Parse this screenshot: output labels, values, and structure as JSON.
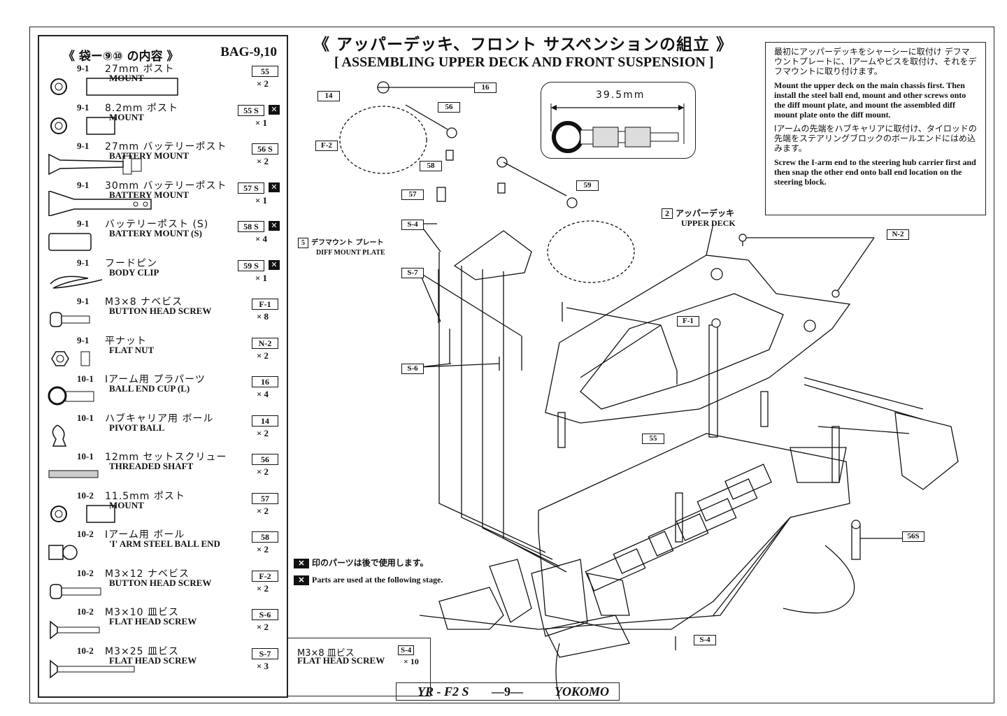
{
  "header": {
    "title_jp": "《 アッパーデッキ、フロント サスペンションの組立 》",
    "title_en": "[ ASSEMBLING UPPER DECK AND FRONT SUSPENSION ]"
  },
  "parts_panel": {
    "title_jp": "《 袋ー⑨⑩ の内容 》",
    "bag": "BAG-9,10",
    "items": [
      {
        "num": "9-1",
        "jp": "27mm ポスト",
        "en": "MOUNT",
        "code": "55",
        "qty": "× 2",
        "later": false,
        "icon": "mount-post"
      },
      {
        "num": "9-1",
        "jp": "8.2mm ポスト",
        "en": "MOUNT",
        "code": "55 S",
        "qty": "× 1",
        "later": true,
        "icon": "mount-post-short"
      },
      {
        "num": "9-1",
        "jp": "27mm バッテリーポスト",
        "en": "BATTERY MOUNT",
        "code": "56 S",
        "qty": "× 2",
        "later": false,
        "icon": "battery-post"
      },
      {
        "num": "9-1",
        "jp": "30mm バッテリーポスト",
        "en": "BATTERY MOUNT",
        "code": "57 S",
        "qty": "× 1",
        "later": true,
        "icon": "battery-post-flat"
      },
      {
        "num": "9-1",
        "jp": "バッテリーポスト (S)",
        "en": "BATTERY MOUNT (S)",
        "code": "58 S",
        "qty": "× 4",
        "later": true,
        "icon": "battery-post-s"
      },
      {
        "num": "9-1",
        "jp": "フードピン",
        "en": "BODY CLIP",
        "code": "59 S",
        "qty": "× 1",
        "later": true,
        "icon": "body-clip"
      },
      {
        "num": "9-1",
        "jp": "M3×8 ナベビス",
        "en": "BUTTON HEAD SCREW",
        "code": "F-1",
        "qty": "× 8",
        "later": false,
        "icon": "button-screw"
      },
      {
        "num": "9-1",
        "jp": "平ナット",
        "en": "FLAT NUT",
        "code": "N-2",
        "qty": "× 2",
        "later": false,
        "icon": "flat-nut"
      },
      {
        "num": "10-1",
        "jp": "Iアーム用 プラパーツ",
        "en": "BALL END CUP (L)",
        "code": "16",
        "qty": "× 4",
        "later": false,
        "icon": "ball-end-cup"
      },
      {
        "num": "10-1",
        "jp": "ハブキャリア用 ボール",
        "en": "PIVOT BALL",
        "code": "14",
        "qty": "× 2",
        "later": false,
        "icon": "pivot-ball"
      },
      {
        "num": "10-1",
        "jp": "12mm セットスクリュー",
        "en": "THREADED SHAFT",
        "code": "56",
        "qty": "× 2",
        "later": false,
        "icon": "threaded-shaft"
      },
      {
        "num": "10-2",
        "jp": "11.5mm ポスト",
        "en": "MOUNT",
        "code": "57",
        "qty": "× 2",
        "later": false,
        "icon": "mount-post-short"
      },
      {
        "num": "10-2",
        "jp": "Iアーム用 ボール",
        "en": "'I' ARM STEEL BALL END",
        "code": "58",
        "qty": "× 2",
        "later": false,
        "icon": "steel-ball-end"
      },
      {
        "num": "10-2",
        "jp": "M3×12 ナベビス",
        "en": "BUTTON HEAD SCREW",
        "code": "F-2",
        "qty": "× 2",
        "later": false,
        "icon": "button-screw-long"
      },
      {
        "num": "10-2",
        "jp": "M3×10 皿ビス",
        "en": "FLAT HEAD SCREW",
        "code": "S-6",
        "qty": "× 2",
        "later": false,
        "icon": "flat-screw"
      },
      {
        "num": "10-2",
        "jp": "M3×25 皿ビス",
        "en": "FLAT HEAD SCREW",
        "code": "S-7",
        "qty": "× 3",
        "later": false,
        "icon": "flat-screw-long"
      }
    ]
  },
  "notes": {
    "jp1": "最初にアッパーデッキをシャーシーに取付け デフマウントプレートに、Iアームやビスを取付け、それをデフマウントに取り付けます。",
    "en1": "Mount the upper deck on the main chassis first. Then install the steel ball end, mount and other screws onto the diff mount plate, and mount the assembled diff mount plate onto the diff mount.",
    "jp2": "Iアームの先端をハブキャリアに取付け、タイロッドの先端をステアリングブロックのボールエンドにはめ込みます。",
    "en2": "Screw the I-arm end to the steering hub carrier first and then snap the other end onto ball end location on the steering block."
  },
  "diagram": {
    "dimension": "39.5mm",
    "labels": [
      "14",
      "16",
      "56",
      "F-2",
      "58",
      "57",
      "59",
      "S-4",
      "S-7",
      "S-6",
      "F-1",
      "55",
      "N-2",
      "56S",
      "S-4"
    ],
    "upper_deck_num": "2",
    "upper_deck_jp": "アッパーデッキ",
    "upper_deck_en": "UPPER DECK",
    "diff_plate_num": "5",
    "diff_plate_jp": "デフマウント プレート",
    "diff_plate_en": "DIFF MOUNT PLATE"
  },
  "legend": {
    "mark": "✕",
    "jp": "印のパーツは後で使用します。",
    "en": "Parts are used at the following stage."
  },
  "screw_box": {
    "jp": "M3×8 皿ビス",
    "en": "FLAT HEAD SCREW",
    "code": "S-4",
    "qty": "× 10"
  },
  "footer": {
    "model": "YR - F2 S",
    "page": "—9—",
    "brand": "YOKOMO"
  }
}
